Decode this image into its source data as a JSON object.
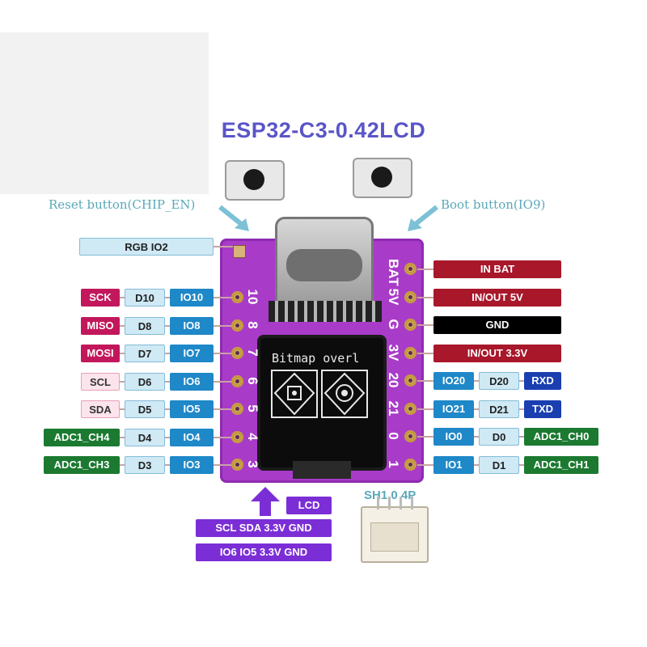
{
  "title": "ESP32-C3-0.42LCD",
  "reset_note": "Reset button(CHIP_EN)",
  "boot_note": "Boot button(IO9)",
  "rgb_label": "RGB IO2",
  "left_rows": [
    {
      "func": "SCK",
      "d": "D10",
      "io": "IO10",
      "func_style": "pink"
    },
    {
      "func": "MISO",
      "d": "D8",
      "io": "IO8",
      "func_style": "pink"
    },
    {
      "func": "MOSI",
      "d": "D7",
      "io": "IO7",
      "func_style": "pink"
    },
    {
      "func": "SCL",
      "d": "D6",
      "io": "IO6",
      "func_style": "pinkl"
    },
    {
      "func": "SDA",
      "d": "D5",
      "io": "IO5",
      "func_style": "pinkl"
    },
    {
      "func": "ADC1_CH4",
      "d": "D4",
      "io": "IO4",
      "func_style": "green"
    },
    {
      "func": "ADC1_CH3",
      "d": "D3",
      "io": "IO3",
      "func_style": "green"
    }
  ],
  "right_power": [
    {
      "label": "IN  BAT",
      "style": "red"
    },
    {
      "label": "IN/OUT 5V",
      "style": "red"
    },
    {
      "label": "GND",
      "style": "black"
    },
    {
      "label": "IN/OUT 3.3V",
      "style": "red"
    }
  ],
  "right_rows": [
    {
      "io": "IO20",
      "d": "D20",
      "func": "RXD",
      "func_style": "dkblue"
    },
    {
      "io": "IO21",
      "d": "D21",
      "func": "TXD",
      "func_style": "dkblue"
    },
    {
      "io": "IO0",
      "d": "D0",
      "func": "ADC1_CH0",
      "func_style": "green"
    },
    {
      "io": "IO1",
      "d": "D1",
      "func": "ADC1_CH1",
      "func_style": "green"
    }
  ],
  "left_silk": [
    "10",
    "8",
    "7",
    "6",
    "5",
    "4",
    "3"
  ],
  "right_silk": [
    "BAT",
    "5V",
    "G",
    "3V",
    "20",
    "21",
    "0",
    "1"
  ],
  "oled_text": "Bitmap overl",
  "lcd_label": "LCD",
  "lcd_pins_1": "SCL SDA 3.3V GND",
  "lcd_pins_2": "IO6 IO5 3.3V GND",
  "connector_label": "SH1.0 4P"
}
